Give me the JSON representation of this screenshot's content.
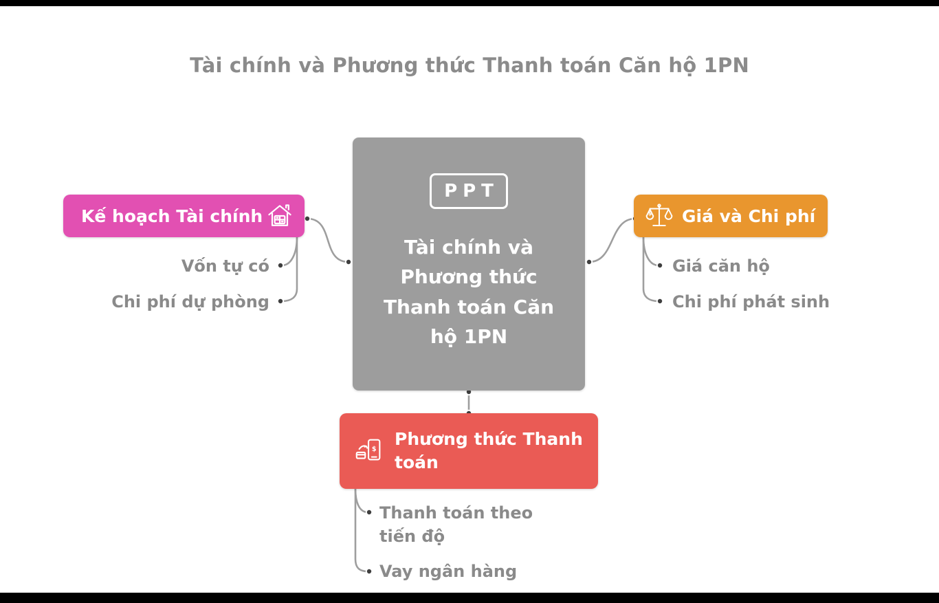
{
  "page": {
    "title": "Tài chính và Phương thức Thanh toán Căn hộ 1PN"
  },
  "central": {
    "badge": "PPT",
    "label": "Tài chính và Phương thức Thanh toán Căn hộ 1PN"
  },
  "branches": {
    "left": {
      "label": "Kế hoạch Tài chính",
      "icon": "house-calculator-icon",
      "color": "#e250b2",
      "children": [
        "Vốn tự có",
        "Chi phí dự phòng"
      ]
    },
    "right": {
      "label": "Giá và Chi phí",
      "icon": "balance-scale-icon",
      "color": "#e9962e",
      "children": [
        "Giá căn hộ",
        "Chi phí phát sinh"
      ]
    },
    "bottom": {
      "label": "Phương thức Thanh toán",
      "icon": "mobile-payment-icon",
      "color": "#ea5b55",
      "children": [
        "Thanh toán theo tiến độ",
        "Vay ngân hàng"
      ]
    }
  },
  "colors": {
    "central_gray": "#9d9d9d",
    "text_gray": "#8b8b8b",
    "connector_gray": "#9e9e9e"
  }
}
